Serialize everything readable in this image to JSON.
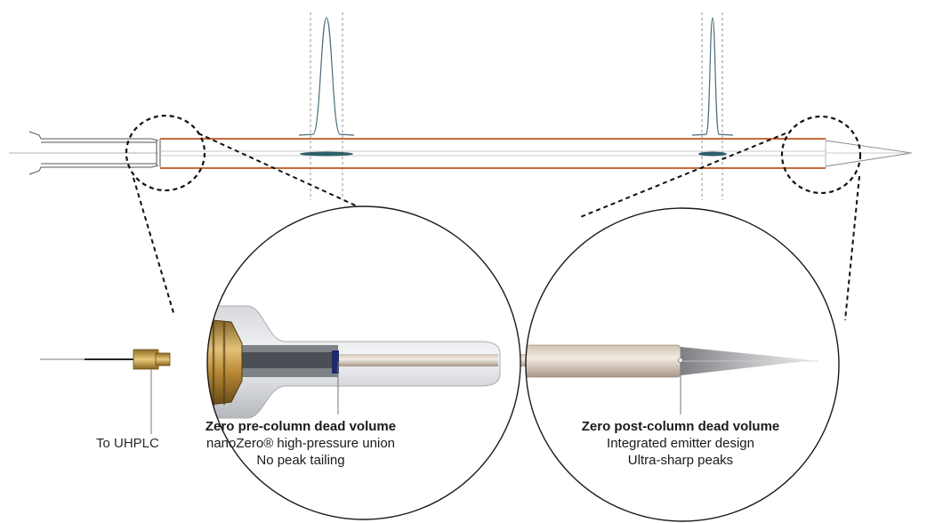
{
  "labels": {
    "to_uhplc": "To UHPLC",
    "pre_column": {
      "heading": "Zero pre-column dead volume",
      "line1": "nanoZero® high-pressure union",
      "line2": "No peak tailing"
    },
    "post_column": {
      "heading": "Zero post-column dead volume",
      "line1": "Integrated emitter design",
      "line2": "Ultra-sharp peaks"
    }
  },
  "colors": {
    "column_wall": "#c8693a",
    "peak_band": "#2f5f6a",
    "fitting_gold": "#c9a24a",
    "outline": "#555555"
  }
}
